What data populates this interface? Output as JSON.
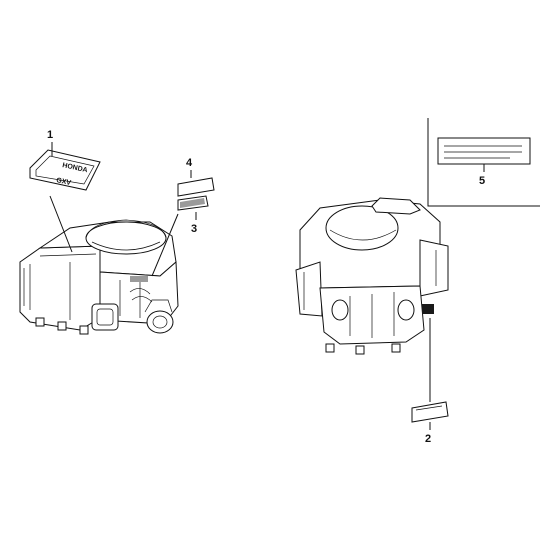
{
  "diagram": {
    "callouts": [
      {
        "id": 1,
        "label": "1"
      },
      {
        "id": 2,
        "label": "2"
      },
      {
        "id": 3,
        "label": "3"
      },
      {
        "id": 4,
        "label": "4"
      },
      {
        "id": 5,
        "label": "5"
      }
    ],
    "emblem": {
      "brand": "HONDA",
      "model": "GXV"
    }
  }
}
